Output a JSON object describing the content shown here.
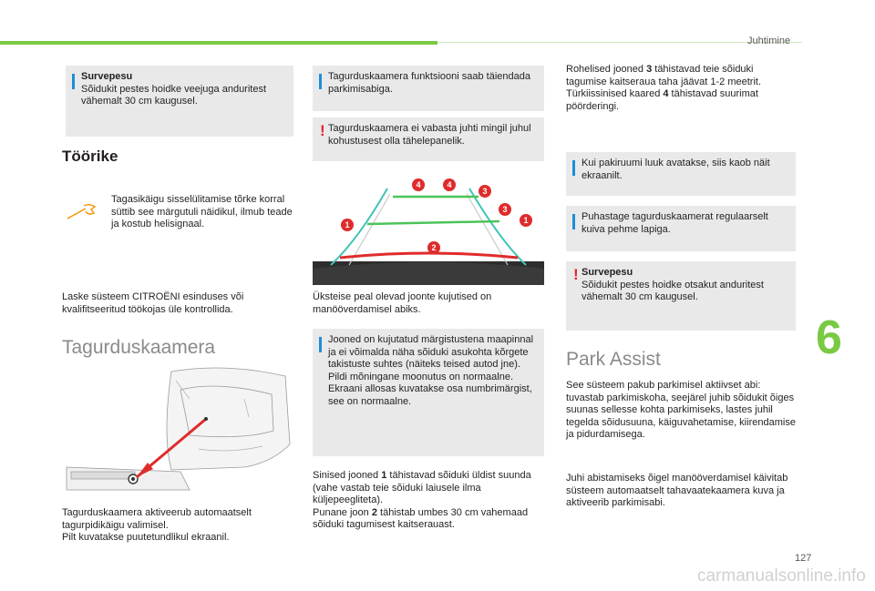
{
  "header": {
    "section": "Juhtimine",
    "page_number": "127",
    "chapter_number": "6"
  },
  "colors": {
    "accent_green": "#7ac943",
    "info_blue": "#1d8ed8",
    "warn_red": "#e2242d",
    "box_gray": "#e9e9e9",
    "marker_red": "#e02b2b"
  },
  "col1": {
    "box_warn_title": "Survepesu",
    "box_warn_text": "Sõidukit pestes hoidke veejuga anduritest vähemalt 30 cm kaugusel.",
    "fault_heading": "Töörike",
    "fault_text": "Tagasikäigu sisselülitamise tõrke korral süttib see märgutuli näidikul, ilmub teade ja kostub helisignaal.",
    "service_text": "Laske süsteem CITROËNI esinduses või kvalifitseeritud töökojas üle kontrollida.",
    "camera_heading": "Tagurduskaamera",
    "camera_text": "Tagurduskaamera aktiveerub automaatselt tagurpidikäigu valimisel.\nPilt kuvatakse puutetundlikul ekraanil."
  },
  "col2": {
    "info1": "Tagurduskaamera funktsiooni saab täiendada parkimisabiga.",
    "warn1": "Tagurduskaamera ei vabasta juhti mingil juhul kohustusest olla tähelepanelik.",
    "diagram_markers": [
      "1",
      "1",
      "2",
      "3",
      "3",
      "4",
      "4"
    ],
    "caption": "Üksteise peal olevad joonte kujutised on manööverdamisel abiks.",
    "info2": "Jooned on kujutatud märgistustena maapinnal ja ei võimalda näha sõiduki asukohta kõrgete takistuste suhtes (näiteks teised autod jne).\nPildi mõningane moonutus on normaalne.\nEkraani allosas kuvatakse osa numbrimärgist, see on normaalne.",
    "lines_p1_pre": "Sinised jooned ",
    "lines_p1_num": "1",
    "lines_p1_post": " tähistavad sõiduki üldist suunda (vahe vastab teie sõiduki laiusele ilma küljepeegliteta).",
    "lines_p2_pre": "Punane joon ",
    "lines_p2_num": "2",
    "lines_p2_post": " tähistab umbes 30 cm vahemaad sõiduki tagumisest kaitserauast."
  },
  "col3": {
    "green_pre": "Rohelised jooned ",
    "green_num": "3",
    "green_mid": " tähistavad teie sõiduki tagumise kaitseraua taha jäävat 1-2 meetrit.\nTürkiissinised kaared ",
    "green_num2": "4",
    "green_post": " tähistavad suurimat pöörderingi.",
    "info1": "Kui pakiruumi luuk avatakse, siis kaob näit ekraanilt.",
    "info2": "Puhastage tagurduskaamerat regulaarselt kuiva pehme lapiga.",
    "warn_title": "Survepesu",
    "warn_text": "Sõidukit pestes hoidke otsakut anduritest vähemalt 30 cm kaugusel.",
    "park_heading": "Park Assist",
    "park_text1": "See süsteem pakub parkimisel aktiivset abi: tuvastab parkimiskoha, seejärel juhib sõidukit õiges suunas sellesse kohta parkimiseks, lastes juhil tegelda sõidusuuna, käiguvahetamise, kiirendamise ja pidurdamisega.",
    "park_text2": "Juhi abistamiseks õigel manööverdamisel käivitab süsteem automaatselt tahavaatekaamera kuva ja aktiveerib parkimisabi."
  },
  "watermark": "carmanualsonline.info"
}
